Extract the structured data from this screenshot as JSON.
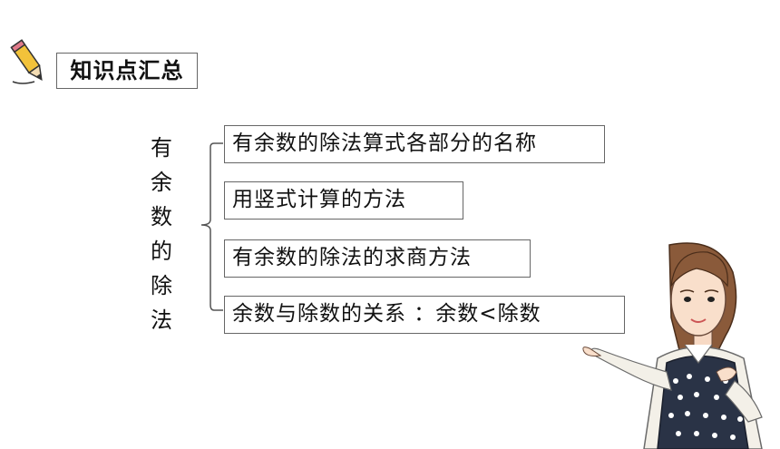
{
  "header": {
    "title": "知识点汇总"
  },
  "topic": {
    "chars": [
      "有",
      "余",
      "数",
      "的",
      "除",
      "法"
    ]
  },
  "items": [
    "有余数的除法算式各部分的名称",
    "用竖式计算的方法",
    "有余数的除法的求商方法",
    "余数与除数的关系 ：余数<除数"
  ]
}
